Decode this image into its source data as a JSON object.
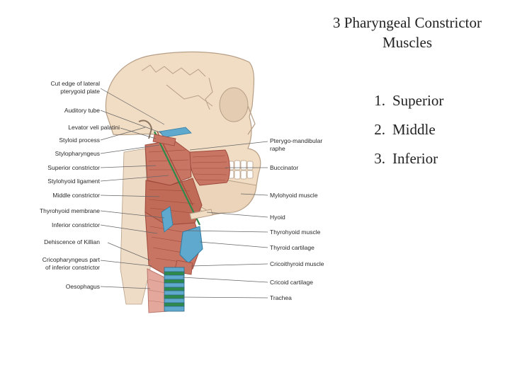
{
  "title": {
    "line1": "3 Pharyngeal Constrictor",
    "line2": "Muscles"
  },
  "list": [
    {
      "num": "1.",
      "text": "Superior"
    },
    {
      "num": "2.",
      "text": "Middle"
    },
    {
      "num": "3.",
      "text": "Inferior"
    }
  ],
  "diagram": {
    "left_labels": {
      "cut_edge_1": "Cut edge of lateral",
      "cut_edge_2": "pterygoid plate",
      "auditory_tube": "Auditory tube",
      "levator_veli_palatini": "Levator veli palatini",
      "styloid_process": "Styloid process",
      "stylopharyngeus": "Stylopharyngeus",
      "superior_constrictor": "Superior constrictor",
      "stylohyoid_ligament": "Stylohyoid ligament",
      "middle_constrictor": "Middle constrictor",
      "thyrohyoid_membrane": "Thyrohyoid membrane",
      "inferior_constrictor": "Inferior constrictor",
      "dehiscence_of_killian": "Dehiscence of Killian",
      "cricopharyngeus_1": "Cricopharyngeus part",
      "cricopharyngeus_2": "of inferior constrictor",
      "oesophagus": "Oesophagus"
    },
    "right_labels": {
      "pterygo_1": "Pterygo-mandibular",
      "pterygo_2": "raphe",
      "buccinator": "Buccinator",
      "mylohyoid": "Mylohyoid muscle",
      "hyoid": "Hyoid",
      "thyrohyoid_muscle": "Thyrohyoid muscle",
      "thyroid_cartilage": "Thyroid cartilage",
      "cricothyroid": "Cricoithyroid muscle",
      "cricoid_cartilage": "Cricoid cartilage",
      "trachea": "Trachea"
    }
  },
  "colors": {
    "bone": "#f1dcc4",
    "bone_line": "#b79f86",
    "muscle": "#c97563",
    "muscle_dark": "#9d4a3c",
    "cartilage": "#5fa9cf",
    "ligament": "#2e8a4a",
    "oesophagus": "#e3a79b"
  }
}
